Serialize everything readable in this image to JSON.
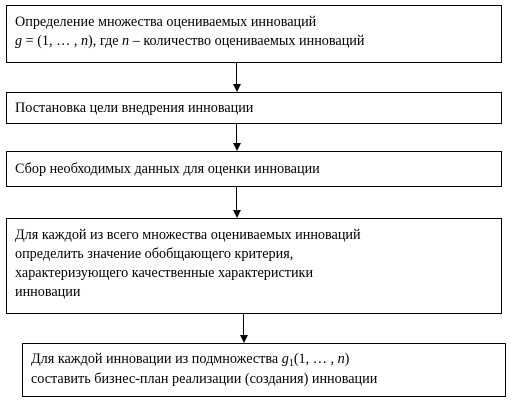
{
  "boxes": [
    {
      "id": "define-innovation-set",
      "lines": [
        "Определение множества оцениваемых инноваций",
        {
          "math_lhs": "g",
          "math_eq": " = (1, … , ",
          "math_var": "n",
          "math_close": "),",
          "text_mid": " где ",
          "math_var2": "n",
          "text_end": " – количество оцениваемых инноваций"
        }
      ]
    },
    {
      "id": "set-goal",
      "lines": [
        "Постановка цели внедрения инновации"
      ]
    },
    {
      "id": "collect-data",
      "lines": [
        "Сбор необходимых данных для оценки инновации"
      ]
    },
    {
      "id": "compute-criterion",
      "lines": [
        "Для каждой из всего множества оцениваемых инноваций",
        "определить значение обобщающего критерия,",
        "характеризующего качественные характеристики",
        "инновации"
      ]
    },
    {
      "id": "business-plan",
      "lines": [
        {
          "text_start": "Для каждой инновации из подмножества ",
          "math_sym": "g",
          "math_sub": "1",
          "math_rest": "(1, … , ",
          "math_var": "n",
          "math_close": ")"
        },
        "составить бизнес-план реализации (создания) инновации"
      ]
    }
  ]
}
